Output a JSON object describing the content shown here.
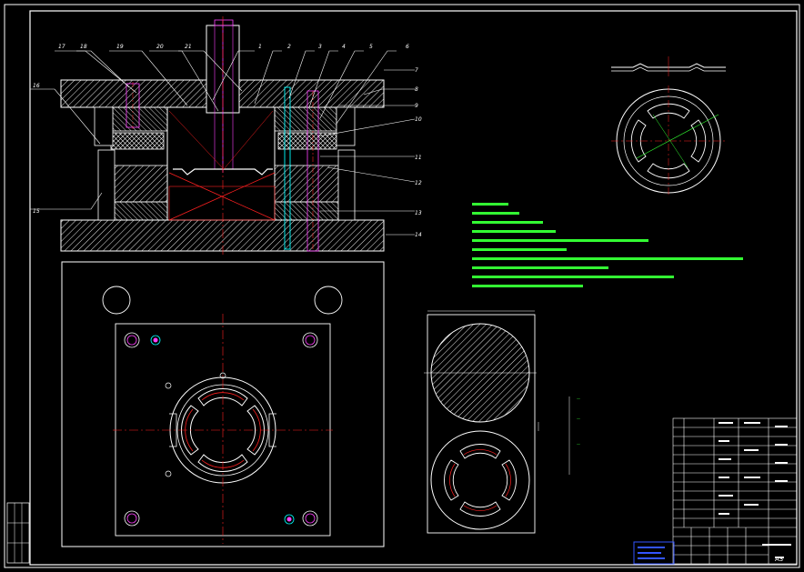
{
  "drawing": {
    "sheet": "A3",
    "part_numbers": [
      "17",
      "18",
      "19",
      "20",
      "21",
      "1",
      "2",
      "3",
      "4",
      "5",
      "6",
      "7",
      "8",
      "9",
      "10",
      "11",
      "12",
      "13",
      "14",
      "15",
      "16"
    ],
    "notes_count": 10
  },
  "colors": {
    "background": "#000000",
    "outline": "#ffffff",
    "hatch": "#ffffff",
    "centerline": "#ff2020",
    "hidden": "#ff40ff",
    "dimension": "#33ff33",
    "guide": "#00ffff",
    "stamp": "#0000ff"
  },
  "icons": {
    "bolt": "bolt-icon",
    "pin": "dowel-pin-icon"
  }
}
